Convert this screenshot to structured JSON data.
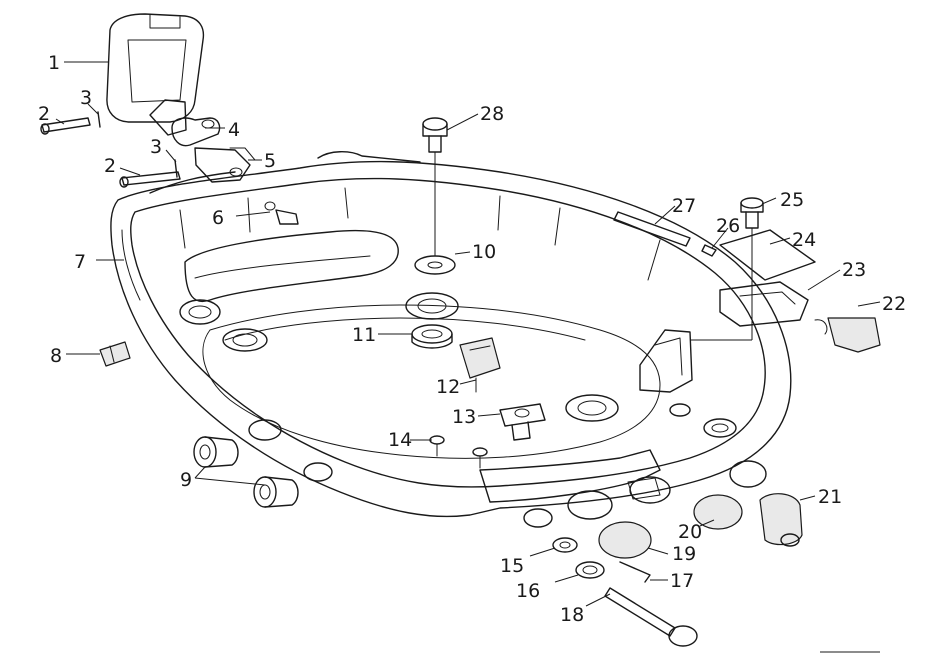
{
  "diagram": {
    "callouts": [
      {
        "id": "c1",
        "text": "1"
      },
      {
        "id": "c2a",
        "text": "2"
      },
      {
        "id": "c3a",
        "text": "3"
      },
      {
        "id": "c4",
        "text": "4"
      },
      {
        "id": "c2b",
        "text": "2"
      },
      {
        "id": "c3b",
        "text": "3"
      },
      {
        "id": "c5",
        "text": "5"
      },
      {
        "id": "c6",
        "text": "6"
      },
      {
        "id": "c7",
        "text": "7"
      },
      {
        "id": "c8",
        "text": "8"
      },
      {
        "id": "c9",
        "text": "9"
      },
      {
        "id": "c10",
        "text": "10"
      },
      {
        "id": "c11",
        "text": "11"
      },
      {
        "id": "c12",
        "text": "12"
      },
      {
        "id": "c13",
        "text": "13"
      },
      {
        "id": "c14",
        "text": "14"
      },
      {
        "id": "c15",
        "text": "15"
      },
      {
        "id": "c16",
        "text": "16"
      },
      {
        "id": "c17",
        "text": "17"
      },
      {
        "id": "c18",
        "text": "18"
      },
      {
        "id": "c19",
        "text": "19"
      },
      {
        "id": "c20",
        "text": "20"
      },
      {
        "id": "c21",
        "text": "21"
      },
      {
        "id": "c22",
        "text": "22"
      },
      {
        "id": "c23",
        "text": "23"
      },
      {
        "id": "c24",
        "text": "24"
      },
      {
        "id": "c25",
        "text": "25"
      },
      {
        "id": "c26",
        "text": "26"
      },
      {
        "id": "c27",
        "text": "27"
      },
      {
        "id": "c28",
        "text": "28"
      }
    ]
  }
}
